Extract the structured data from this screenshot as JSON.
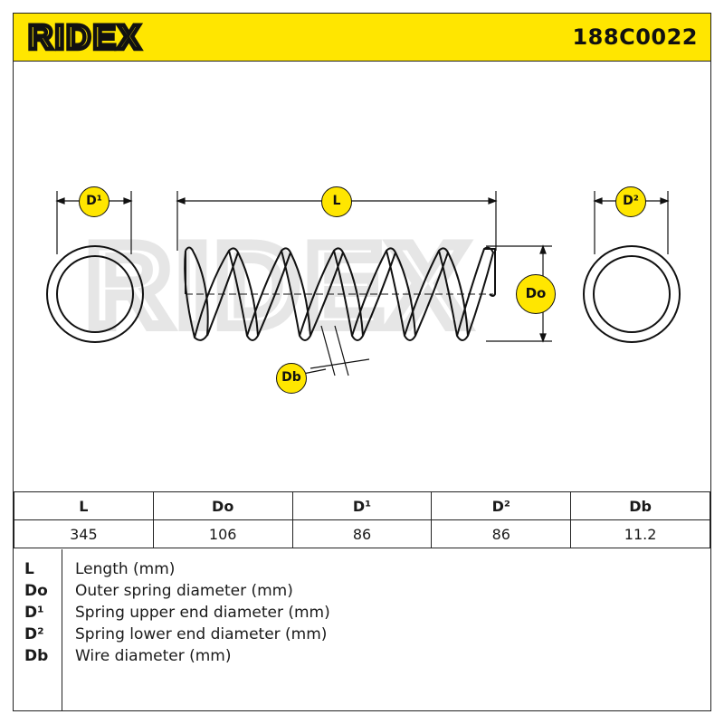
{
  "brand": "RIDEX",
  "part_number": "188C0022",
  "watermark_text": "RIDEX",
  "diagram_labels": {
    "d1": "D¹",
    "d2": "D²",
    "length": "L",
    "outer_diameter": "Do",
    "wire_diameter": "Db"
  },
  "specs_table": {
    "headers": [
      "L",
      "Do",
      "D¹",
      "D²",
      "Db"
    ],
    "values": [
      "345",
      "106",
      "86",
      "86",
      "11.2"
    ]
  },
  "legend": [
    {
      "code": "L",
      "description": "Length (mm)"
    },
    {
      "code": "Do",
      "description": "Outer spring diameter (mm)"
    },
    {
      "code": "D¹",
      "description": "Spring upper end diameter (mm)"
    },
    {
      "code": "D²",
      "description": "Spring lower end diameter (mm)"
    },
    {
      "code": "Db",
      "description": "Wire diameter (mm)"
    }
  ],
  "colors": {
    "brand_yellow": "#ffe600",
    "line": "#111111",
    "watermark": "#e6e6e6"
  },
  "icons": {
    "brand_logo": "ridex-logo",
    "spring": "coil-spring-drawing",
    "end_ring": "ring-cross-section"
  }
}
